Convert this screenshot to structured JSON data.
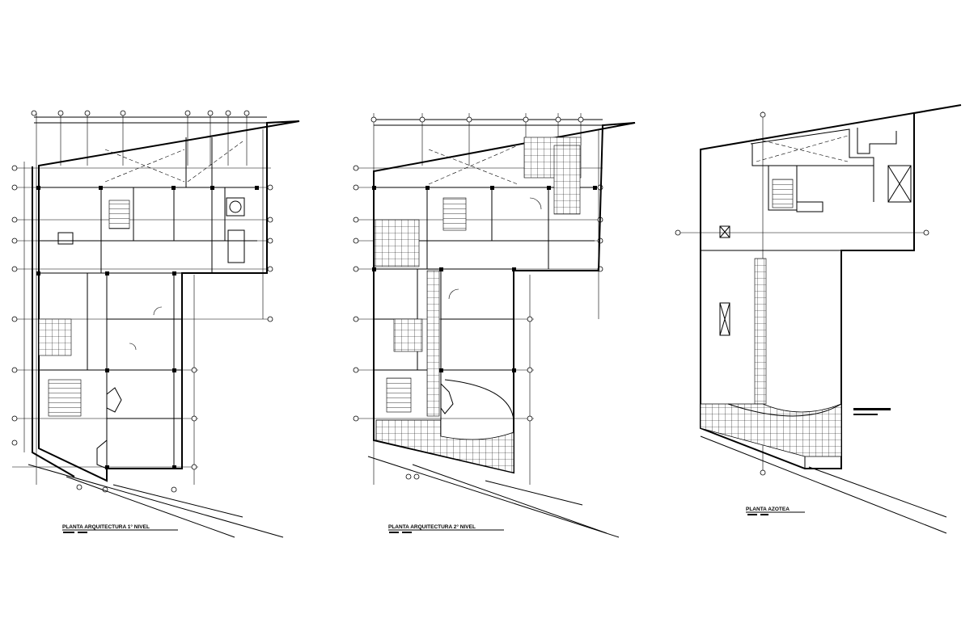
{
  "drawings": [
    {
      "title": "PLANTA ARQUITECTURA 1° NIVEL"
    },
    {
      "title": "PLANTA ARQUITECTURA 2° NIVEL"
    },
    {
      "title": "PLANTA AZOTEA"
    }
  ]
}
